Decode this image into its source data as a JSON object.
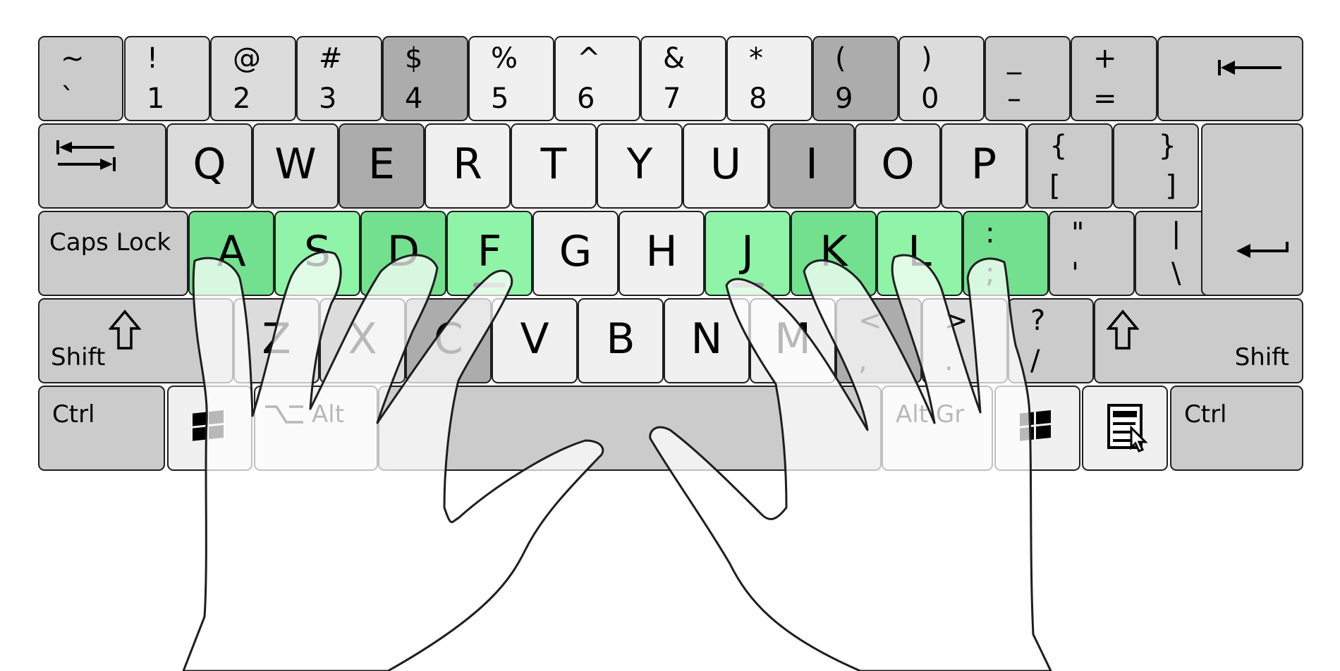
{
  "colors": {
    "dark": "#acacac",
    "mid": "#cbcbcb",
    "light": "#dcdcdc",
    "white": "#f0f0f0",
    "home_green": "#8ff3a8",
    "home_green_dark": "#72e08f",
    "outline": "#1e1e1e",
    "hand_fill": "rgba(255,255,255,0.72)"
  },
  "rows": {
    "number": [
      {
        "name": "key-tilde",
        "shift": "~",
        "base": "`",
        "color": "mid"
      },
      {
        "name": "key-1",
        "shift": "!",
        "base": "1",
        "color": "light"
      },
      {
        "name": "key-2",
        "shift": "@",
        "base": "2",
        "color": "light"
      },
      {
        "name": "key-3",
        "shift": "#",
        "base": "3",
        "color": "light"
      },
      {
        "name": "key-4",
        "shift": "$",
        "base": "4",
        "color": "dark"
      },
      {
        "name": "key-5",
        "shift": "%",
        "base": "5",
        "color": "white"
      },
      {
        "name": "key-6",
        "shift": "^",
        "base": "6",
        "color": "white"
      },
      {
        "name": "key-7",
        "shift": "&",
        "base": "7",
        "color": "white"
      },
      {
        "name": "key-8",
        "shift": "*",
        "base": "8",
        "color": "white"
      },
      {
        "name": "key-9",
        "shift": "(",
        "base": "9",
        "color": "dark"
      },
      {
        "name": "key-0",
        "shift": ")",
        "base": "0",
        "color": "light"
      },
      {
        "name": "key-minus",
        "shift": "_",
        "base": "–",
        "color": "mid"
      },
      {
        "name": "key-equals",
        "shift": "+",
        "base": "=",
        "color": "mid"
      },
      {
        "name": "key-backspace",
        "icon": "backspace-arrow",
        "color": "mid"
      }
    ],
    "top": [
      {
        "name": "key-tab",
        "icon": "tab-arrows",
        "color": "mid"
      },
      {
        "name": "key-q",
        "letter": "Q",
        "color": "light"
      },
      {
        "name": "key-w",
        "letter": "W",
        "color": "light"
      },
      {
        "name": "key-e",
        "letter": "E",
        "color": "dark"
      },
      {
        "name": "key-r",
        "letter": "R",
        "color": "white"
      },
      {
        "name": "key-t",
        "letter": "T",
        "color": "white"
      },
      {
        "name": "key-y",
        "letter": "Y",
        "color": "white"
      },
      {
        "name": "key-u",
        "letter": "U",
        "color": "white"
      },
      {
        "name": "key-i",
        "letter": "I",
        "color": "dark"
      },
      {
        "name": "key-o",
        "letter": "O",
        "color": "light"
      },
      {
        "name": "key-p",
        "letter": "P",
        "color": "light"
      },
      {
        "name": "key-open-bracket",
        "shift": "{",
        "base": "[",
        "color": "mid"
      },
      {
        "name": "key-close-bracket",
        "shift": "}",
        "base": "]",
        "color": "mid"
      }
    ],
    "home": [
      {
        "name": "key-caps-lock",
        "label": "Caps Lock",
        "color": "mid"
      },
      {
        "name": "key-a",
        "letter": "A",
        "color": "home_green_dark"
      },
      {
        "name": "key-s",
        "letter": "S",
        "color": "home_green"
      },
      {
        "name": "key-d",
        "letter": "D",
        "color": "home_green_dark"
      },
      {
        "name": "key-f",
        "letter": "F",
        "color": "home_green",
        "bump": true
      },
      {
        "name": "key-g",
        "letter": "G",
        "color": "white"
      },
      {
        "name": "key-h",
        "letter": "H",
        "color": "white"
      },
      {
        "name": "key-j",
        "letter": "J",
        "color": "home_green",
        "bump": true
      },
      {
        "name": "key-k",
        "letter": "K",
        "color": "home_green_dark"
      },
      {
        "name": "key-l",
        "letter": "L",
        "color": "home_green"
      },
      {
        "name": "key-semicolon",
        "shift": ":",
        "base": ";",
        "color": "home_green_dark"
      },
      {
        "name": "key-quote",
        "shift": "\"",
        "base": "'",
        "color": "mid"
      },
      {
        "name": "key-backslash",
        "shift": "|",
        "base": "\\",
        "color": "mid"
      }
    ],
    "bottom": [
      {
        "name": "key-left-shift",
        "label": "Shift",
        "icon": "shift-arrow",
        "color": "mid"
      },
      {
        "name": "key-z",
        "letter": "Z",
        "color": "light"
      },
      {
        "name": "key-x",
        "letter": "X",
        "color": "light"
      },
      {
        "name": "key-c",
        "letter": "C",
        "color": "dark"
      },
      {
        "name": "key-v",
        "letter": "V",
        "color": "white"
      },
      {
        "name": "key-b",
        "letter": "B",
        "color": "white"
      },
      {
        "name": "key-n",
        "letter": "N",
        "color": "white"
      },
      {
        "name": "key-m",
        "letter": "M",
        "color": "white"
      },
      {
        "name": "key-comma",
        "shift": "<",
        "base": ",",
        "color": "dark"
      },
      {
        "name": "key-period",
        "shift": ">",
        "base": ".",
        "color": "light"
      },
      {
        "name": "key-slash",
        "shift": "?",
        "base": "/",
        "color": "mid"
      },
      {
        "name": "key-right-shift",
        "label": "Shift",
        "icon": "shift-arrow",
        "color": "mid"
      }
    ],
    "space": [
      {
        "name": "key-left-ctrl",
        "label": "Ctrl",
        "color": "mid"
      },
      {
        "name": "key-left-win",
        "icon": "windows-logo",
        "color": "white"
      },
      {
        "name": "key-alt",
        "label": "Alt",
        "icon": "option-symbol",
        "color": "white"
      },
      {
        "name": "key-space",
        "color": "mid"
      },
      {
        "name": "key-alt-gr",
        "label": "Alt Gr",
        "color": "white"
      },
      {
        "name": "key-right-win",
        "icon": "windows-logo",
        "color": "white"
      },
      {
        "name": "key-menu",
        "icon": "menu-icon",
        "color": "white"
      },
      {
        "name": "key-right-ctrl",
        "label": "Ctrl",
        "color": "mid"
      }
    ],
    "enter": {
      "name": "key-enter",
      "icon": "enter-arrow",
      "color": "mid"
    }
  }
}
